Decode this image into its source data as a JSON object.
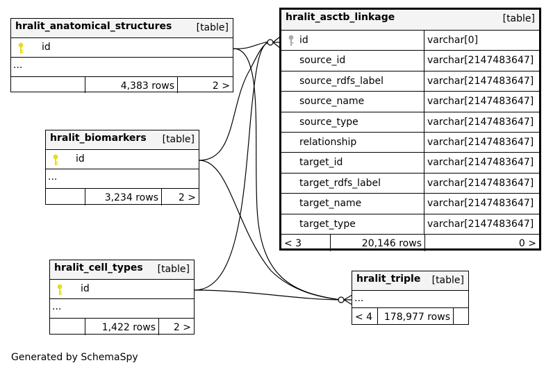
{
  "tables": {
    "anatomical": {
      "name": "hralit_anatomical_structures",
      "type": "[table]",
      "key_column": "id",
      "ellipsis": "...",
      "rows": "4,383 rows",
      "children": "2 >"
    },
    "biomarkers": {
      "name": "hralit_biomarkers",
      "type": "[table]",
      "key_column": "id",
      "ellipsis": "...",
      "rows": "3,234 rows",
      "children": "2 >"
    },
    "cell_types": {
      "name": "hralit_cell_types",
      "type": "[table]",
      "key_column": "id",
      "ellipsis": "...",
      "rows": "1,422 rows",
      "children": "2 >"
    },
    "asctb_linkage": {
      "name": "hralit_asctb_linkage",
      "type": "[table]",
      "columns": [
        {
          "name": "id",
          "datatype": "varchar[0]"
        },
        {
          "name": "source_id",
          "datatype": "varchar[2147483647]"
        },
        {
          "name": "source_rdfs_label",
          "datatype": "varchar[2147483647]"
        },
        {
          "name": "source_name",
          "datatype": "varchar[2147483647]"
        },
        {
          "name": "source_type",
          "datatype": "varchar[2147483647]"
        },
        {
          "name": "relationship",
          "datatype": "varchar[2147483647]"
        },
        {
          "name": "target_id",
          "datatype": "varchar[2147483647]"
        },
        {
          "name": "target_rdfs_label",
          "datatype": "varchar[2147483647]"
        },
        {
          "name": "target_name",
          "datatype": "varchar[2147483647]"
        },
        {
          "name": "target_type",
          "datatype": "varchar[2147483647]"
        }
      ],
      "parents": "< 3",
      "rows": "20,146 rows",
      "children": "0 >"
    },
    "triple": {
      "name": "hralit_triple",
      "type": "[table]",
      "ellipsis": "...",
      "parents": "< 4",
      "rows": "178,977 rows",
      "children": ""
    }
  },
  "footer": "Generated by SchemaSpy",
  "colors": {
    "key_icon": "#e6dd1a",
    "key_icon_grey": "#aaaaaa",
    "header_bg": "#f4f4f4"
  }
}
